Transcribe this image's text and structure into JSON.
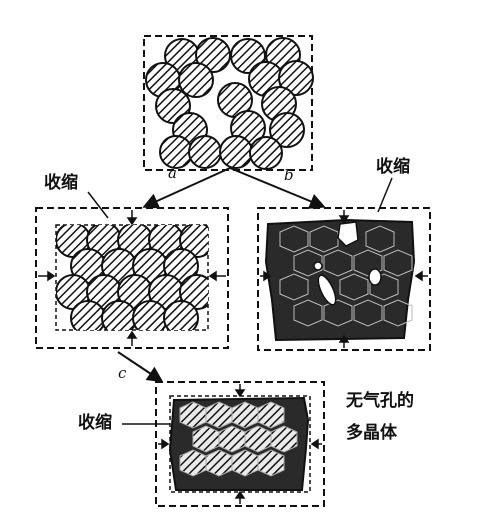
{
  "labels": {
    "shrink_left": "收缩",
    "shrink_right": "收缩",
    "shrink_bottom": "收缩",
    "result_line1": "无气孔的",
    "result_line2": "多晶体",
    "path_a": "a",
    "path_b": "b",
    "path_c": "c"
  },
  "colors": {
    "ink": "#111111",
    "paper": "#ffffff"
  }
}
